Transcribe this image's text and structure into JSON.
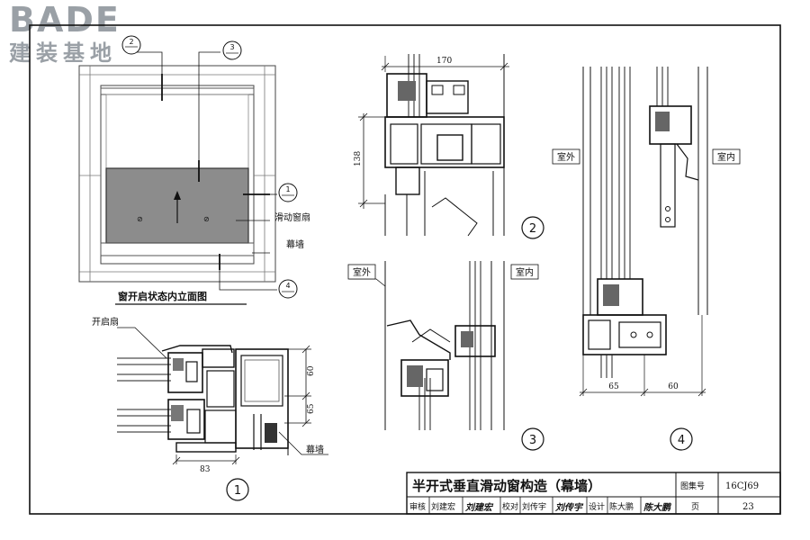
{
  "logo": {
    "brand": "BADE",
    "subtitle": "建装基地"
  },
  "elevation": {
    "caption": "窗开启状态内立面图",
    "label_sash": "滑动窗扇",
    "label_wall": "幕墙",
    "callouts": [
      "1",
      "2",
      "3",
      "4"
    ]
  },
  "detail1": {
    "label_open_sash": "开启扇",
    "label_wall": "幕墙",
    "dim_60": "60",
    "dim_65": "65",
    "dim_83": "83",
    "number": "1"
  },
  "detail2": {
    "dim_170": "170",
    "dim_138": "138",
    "number": "2"
  },
  "detail3": {
    "outside": "室外",
    "inside": "室内",
    "number": "3"
  },
  "detail4": {
    "outside": "室外",
    "inside": "室内",
    "dim_65": "65",
    "dim_60": "60",
    "number": "4"
  },
  "title_block": {
    "title": "半开式垂直滑动窗构造（幕墙）",
    "atlas_label": "图集号",
    "atlas_no": "16CJ69",
    "review_label": "审核",
    "reviewer": "刘建宏",
    "review_sign": "刘建宏",
    "check_label": "校对",
    "checker": "刘传宇",
    "check_sign": "刘传宇",
    "design_label": "设计",
    "designer": "陈大鹏",
    "design_sign": "陈大鹏",
    "page_label": "页",
    "page_no": "23"
  }
}
